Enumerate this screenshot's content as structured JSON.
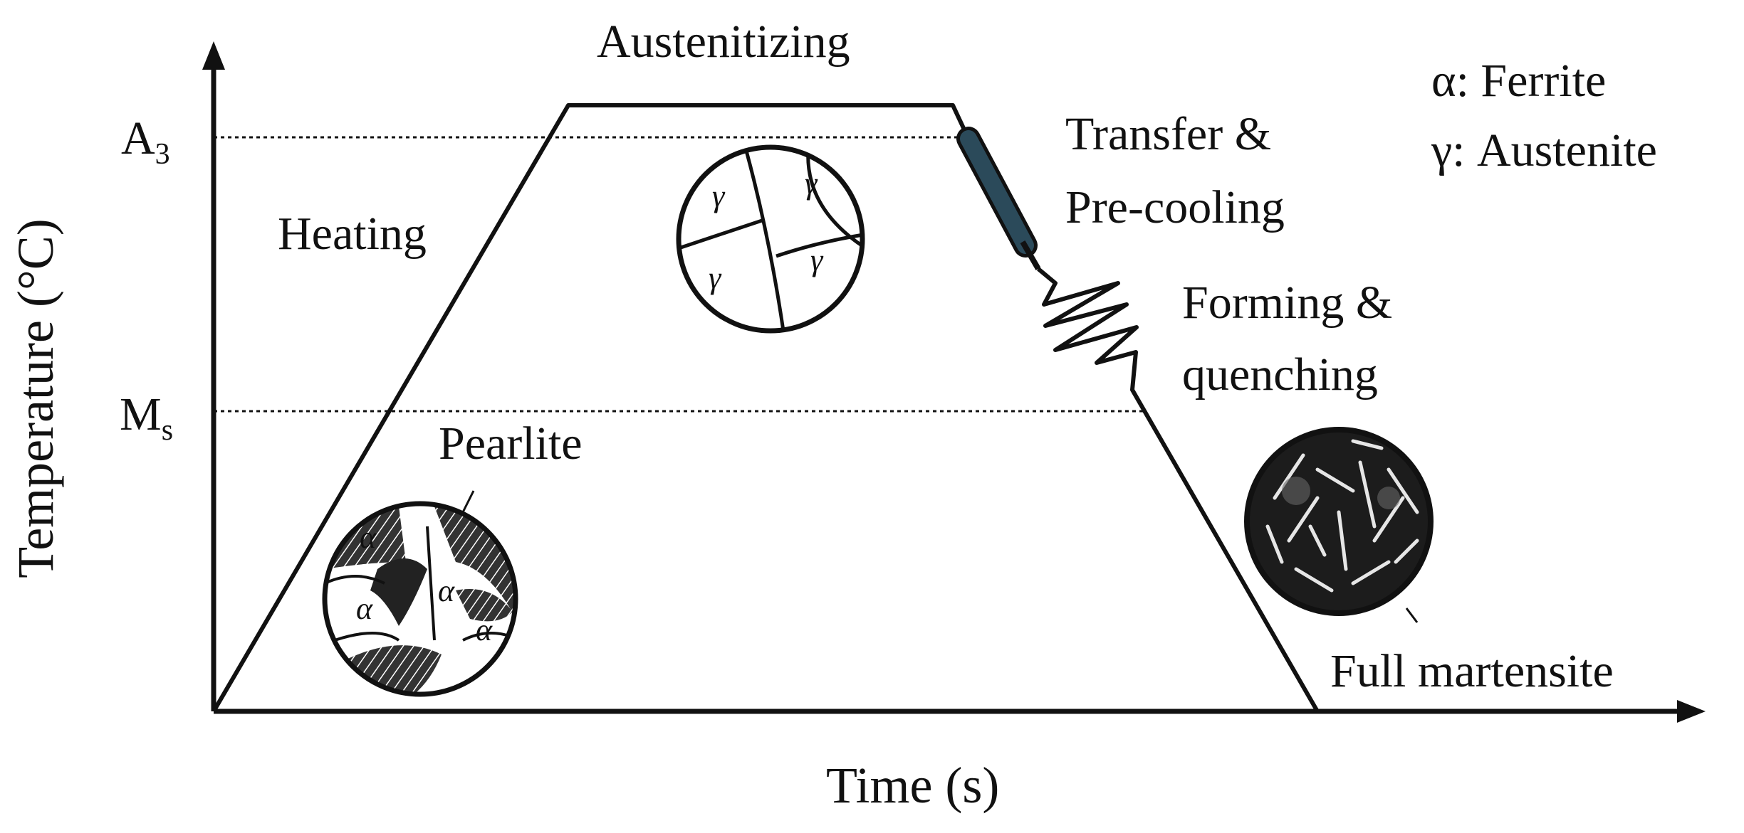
{
  "diagram": {
    "title": "",
    "x_axis_label": "Time (s)",
    "y_axis_label": "Temperature (°C)",
    "y_ticks": {
      "a3": "A",
      "a3_sub": "3",
      "ms": "M",
      "ms_sub": "s"
    },
    "stages": {
      "austenitizing": "Austenitizing",
      "heating": "Heating",
      "transfer_line1": "Transfer &",
      "transfer_line2": "Pre-cooling",
      "forming_line1": "Forming &",
      "forming_line2": "quenching",
      "pearlite": "Pearlite",
      "martensite": "Full martensite"
    },
    "legend": {
      "ferrite": "α: Ferrite",
      "austenite": "γ: Austenite"
    },
    "micro_symbols": {
      "alpha": "α",
      "gamma": "γ"
    },
    "colors": {
      "line": "#111111",
      "background": "#ffffff",
      "transfer_tube": "#2b4a5a",
      "martensite_fill": "#1c1c1c",
      "pearlite_fill": "#222222"
    }
  }
}
